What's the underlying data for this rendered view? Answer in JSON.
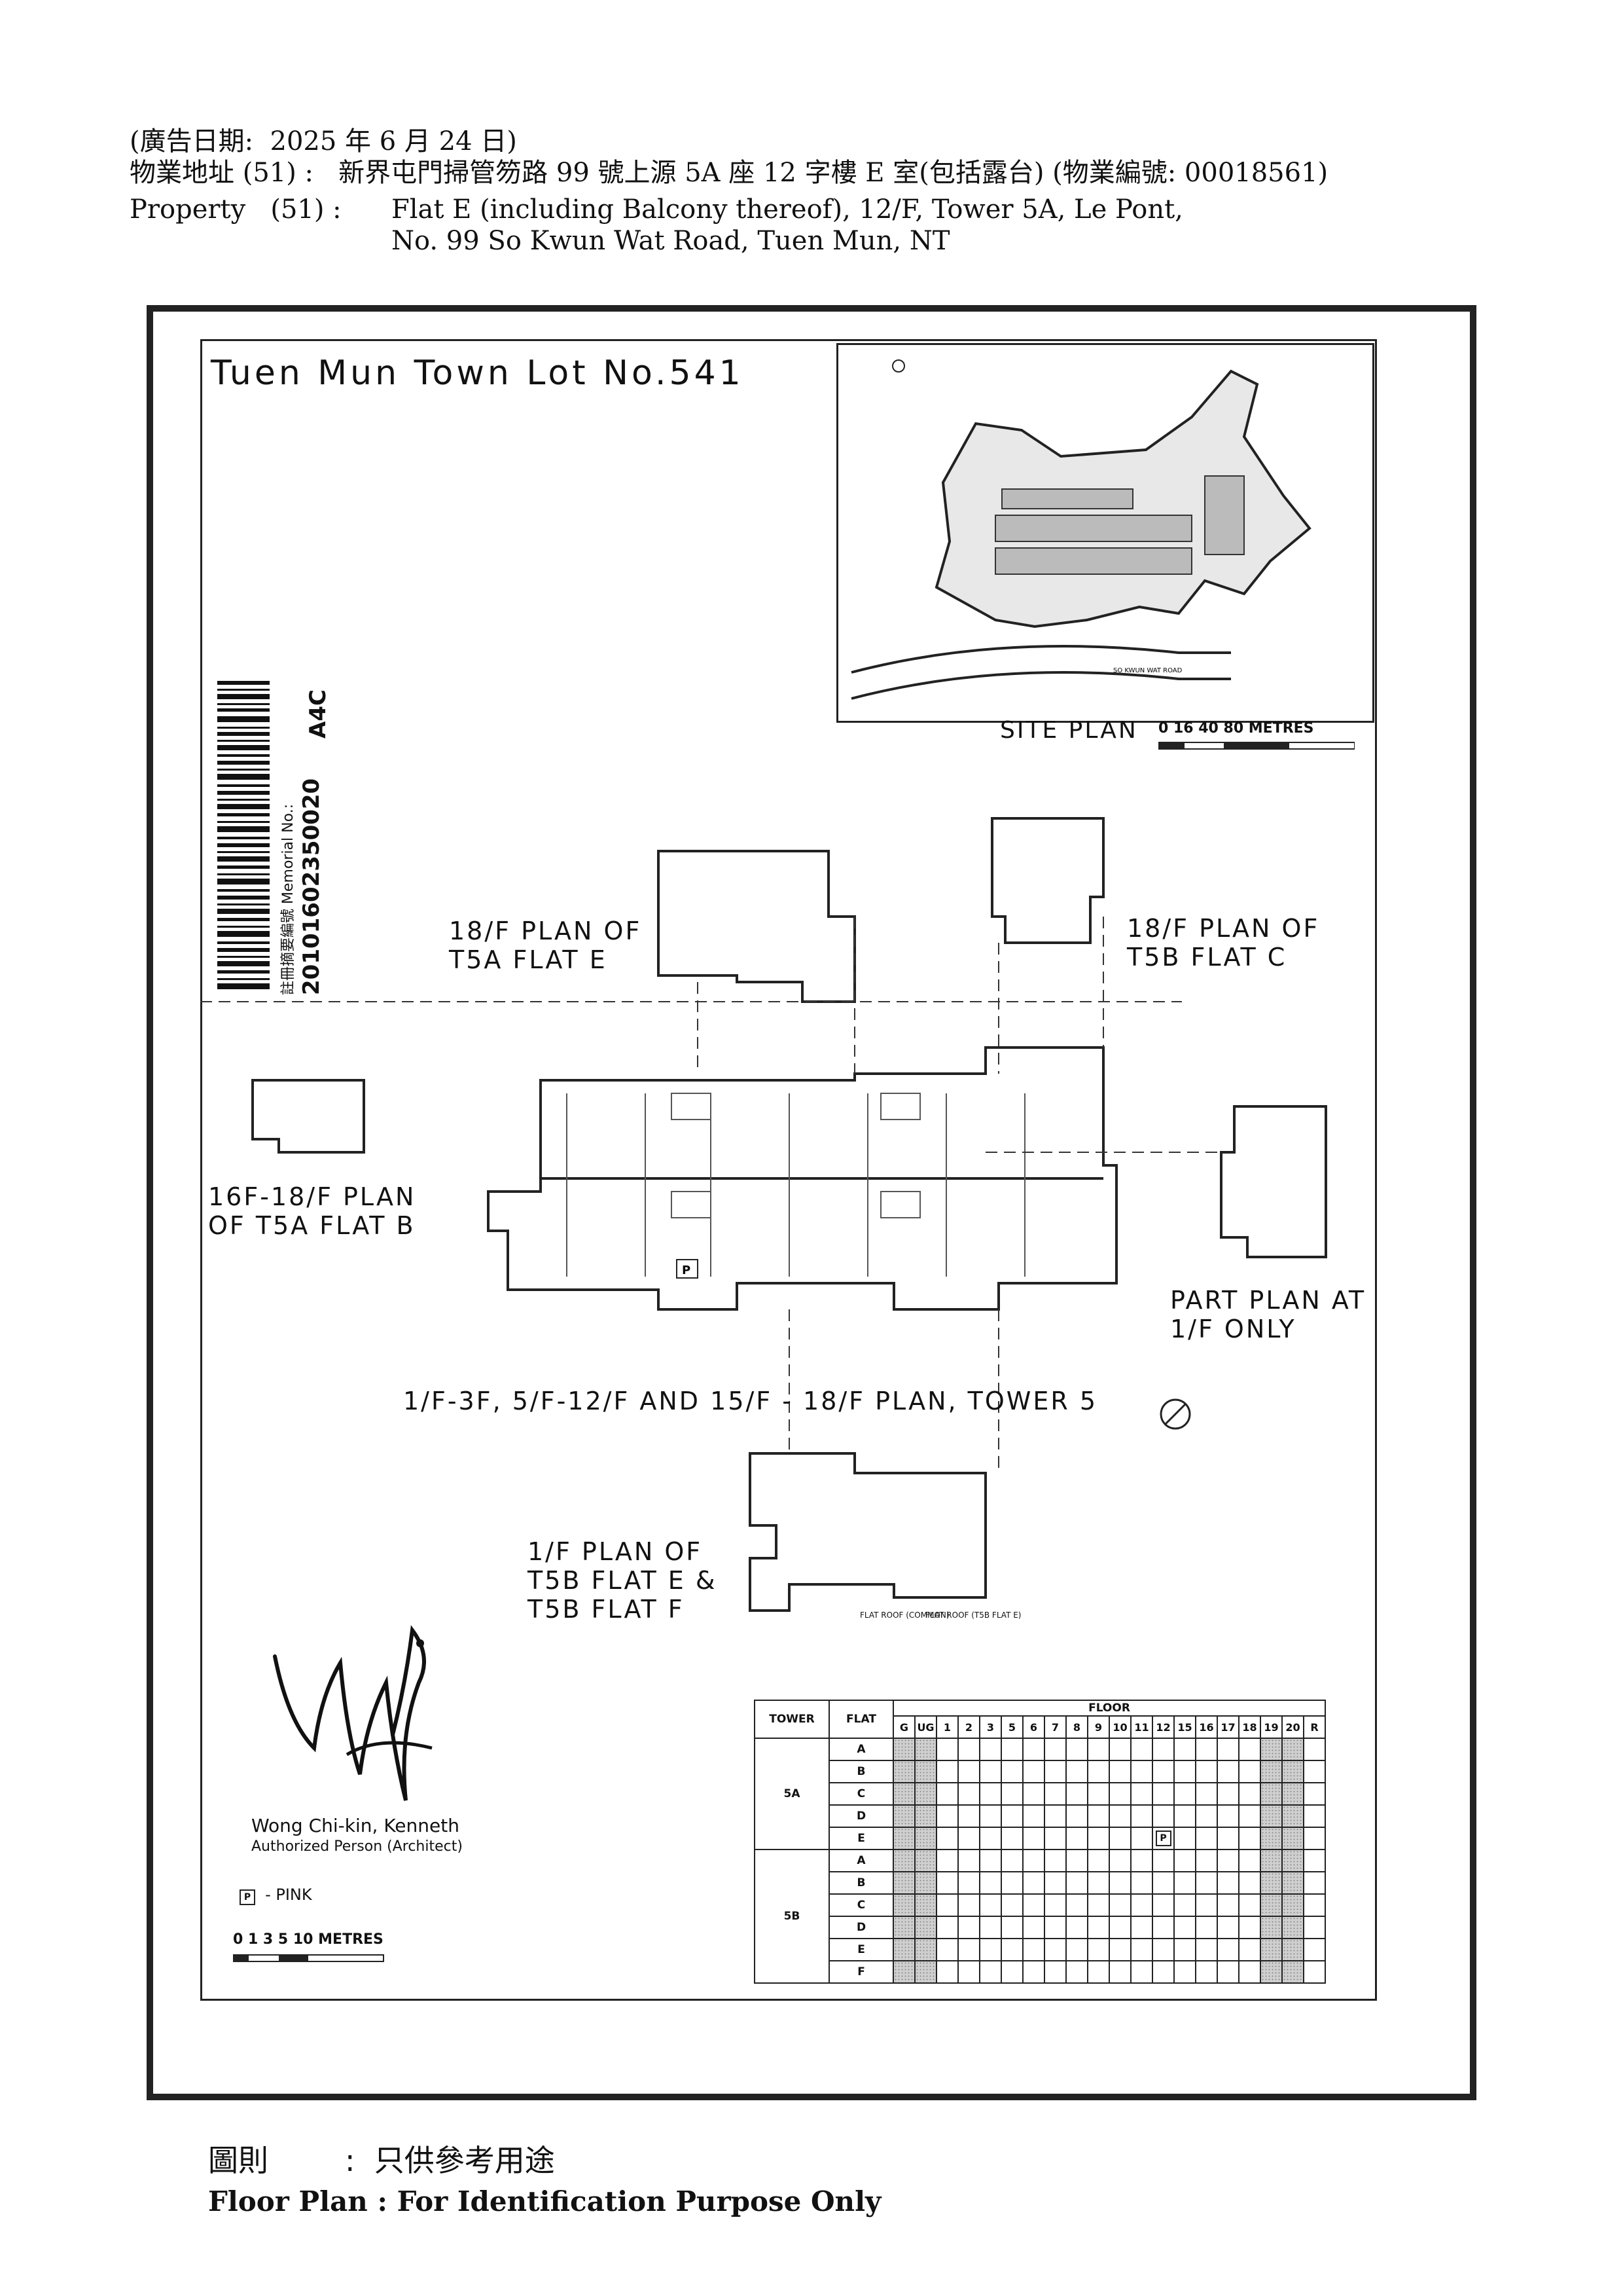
{
  "header": {
    "ad_date": "(廣告日期:  2025 年 6 月 24 日)",
    "address_zh": "物業地址 (51) :   新界屯門掃管笏路 99 號上源 5A 座 12 字樓 E 室(包括露台) (物業編號: 00018561)",
    "property_label": "Property   (51) :",
    "address_en_line1": "Flat E (including Balcony thereof), 12/F, Tower 5A, Le Pont,",
    "address_en_line2": "No. 99 So Kwun Wat Road, Tuen Mun, NT"
  },
  "plan": {
    "lot_title": "Tuen Mun Town Lot No.541",
    "site_plan_label": "SITE PLAN",
    "site_scale": "0  16   40         80  METRES",
    "road_label": "SO KWUN WAT ROAD",
    "memorial_label": "註冊摘要編號 Memorial No.:",
    "memorial_no": "20101602350020",
    "sheet_code": "A4C",
    "labels": {
      "t5a_18f_e": "18/F PLAN OF\nT5A FLAT E",
      "t5b_18f_c": "18/F PLAN OF\nT5B FLAT C",
      "t5a_16_18_b": "16F-18/F PLAN\nOF T5A FLAT B",
      "part_plan_1f": "PART PLAN AT\n1/F ONLY",
      "typical_plan": "1/F-3F, 5/F-12/F AND 15/F - 18/F PLAN, TOWER 5",
      "t5b_1f_ef": "1/F PLAN OF\nT5B FLAT E &\nT5B FLAT F"
    },
    "small_labels": {
      "flat_roof_common": "FLAT ROOF (COMMON)",
      "flat_roof_t5b_e": "FLAT ROOF (T5B FLAT E)"
    },
    "legend_pink": "- PINK",
    "legend_p": "P",
    "plan_scale": "0 1   3  5          10  METRES",
    "signatory_name": "Wong Chi-kin, Kenneth",
    "signatory_title": "Authorized Person (Architect)"
  },
  "floor_table": {
    "tower_header": "TOWER",
    "flat_header": "FLAT",
    "floor_header": "FLOOR",
    "floors": [
      "G",
      "UG",
      "1",
      "2",
      "3",
      "5",
      "6",
      "7",
      "8",
      "9",
      "10",
      "11",
      "12",
      "15",
      "16",
      "17",
      "18",
      "19",
      "20",
      "R"
    ],
    "towers": [
      {
        "name": "5A",
        "flats": [
          "A",
          "B",
          "C",
          "D",
          "E"
        ]
      },
      {
        "name": "5B",
        "flats": [
          "A",
          "B",
          "C",
          "D",
          "E",
          "F"
        ]
      }
    ],
    "highlight": {
      "tower": "5A",
      "flat": "E",
      "floor": "12",
      "mark": "P"
    }
  },
  "footer": {
    "zh_label": "圖則",
    "zh_text": ":  只供參考用途",
    "en_text": "Floor Plan : For Identification Purpose Only"
  }
}
